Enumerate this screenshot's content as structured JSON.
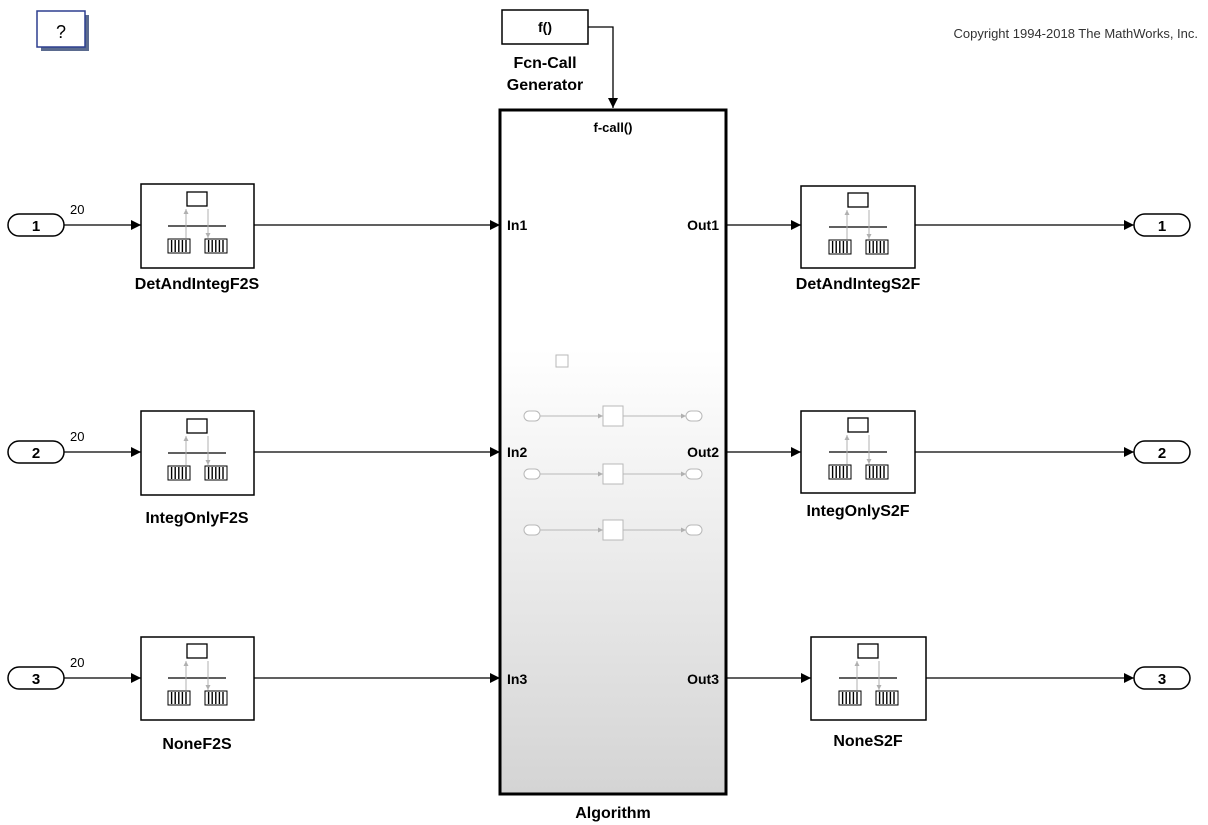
{
  "help_button": {
    "label": "?"
  },
  "copyright": "Copyright 1994-2018 The MathWorks, Inc.",
  "fcn_call_generator": {
    "block_text": "f()",
    "label_line1": "Fcn-Call",
    "label_line2": "Generator"
  },
  "algorithm": {
    "name": "Algorithm",
    "trigger_port": "f-call()",
    "inputs": [
      "In1",
      "In2",
      "In3"
    ],
    "outputs": [
      "Out1",
      "Out2",
      "Out3"
    ]
  },
  "inports": [
    {
      "number": "1",
      "signal_width": "20"
    },
    {
      "number": "2",
      "signal_width": "20"
    },
    {
      "number": "3",
      "signal_width": "20"
    }
  ],
  "outports": [
    {
      "number": "1"
    },
    {
      "number": "2"
    },
    {
      "number": "3"
    }
  ],
  "f2s_blocks": [
    "DetAndIntegF2S",
    "IntegOnlyF2S",
    "NoneF2S"
  ],
  "s2f_blocks": [
    "DetAndIntegS2F",
    "IntegOnlyS2F",
    "NoneS2F"
  ]
}
